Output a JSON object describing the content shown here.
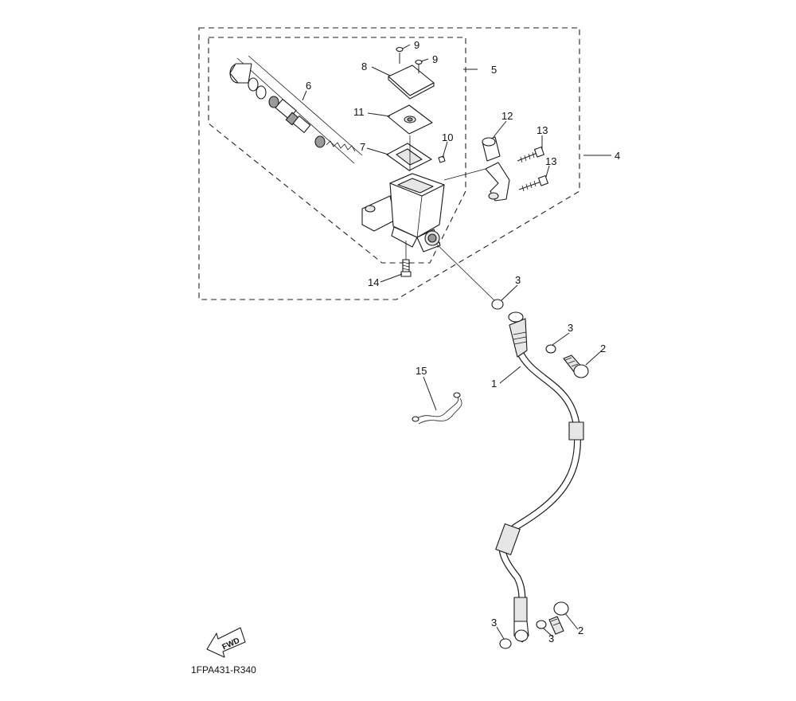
{
  "diagram": {
    "drawing_code": "1FPA431-R340",
    "fwd_label": "FWD",
    "callouts": {
      "c1": "1",
      "c2a": "2",
      "c2b": "2",
      "c3a": "3",
      "c3b": "3",
      "c3c": "3",
      "c3d": "3",
      "c4": "4",
      "c5": "5",
      "c6": "6",
      "c7": "7",
      "c8": "8",
      "c9a": "9",
      "c9b": "9",
      "c10": "10",
      "c11": "11",
      "c12": "12",
      "c13a": "13",
      "c13b": "13",
      "c14": "14",
      "c15": "15"
    }
  }
}
